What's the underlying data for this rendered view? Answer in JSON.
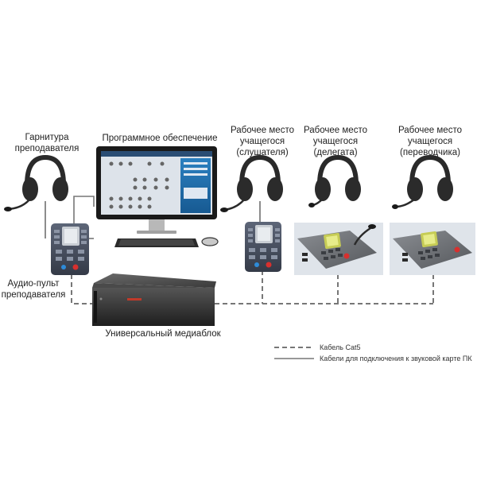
{
  "labels": {
    "teacher_headset": [
      "Гарнитура",
      "преподавателя"
    ],
    "software": "Программное обеспечение",
    "listener": [
      "Рабочее место",
      "учащегося",
      "(слушателя)"
    ],
    "delegate": [
      "Рабочее место",
      "учащегося",
      "(делегата)"
    ],
    "interpreter": [
      "Рабочее место",
      "учащегося",
      "(переводчика)"
    ],
    "teacher_console": [
      "Аудио-пульт",
      "преподавателя"
    ],
    "media_unit": "Универсальный медиаблок"
  },
  "legend": {
    "cat5": "Кабель Cat5",
    "pc_sound": "Кабели для подключения к звуковой карте ПК"
  },
  "colors": {
    "cable": "#777777",
    "unit_body": "#3a3a3a",
    "console_blue": "#4a5468",
    "screen_blue": "#1f6fb0",
    "desk_plate": "#6b6e72"
  }
}
